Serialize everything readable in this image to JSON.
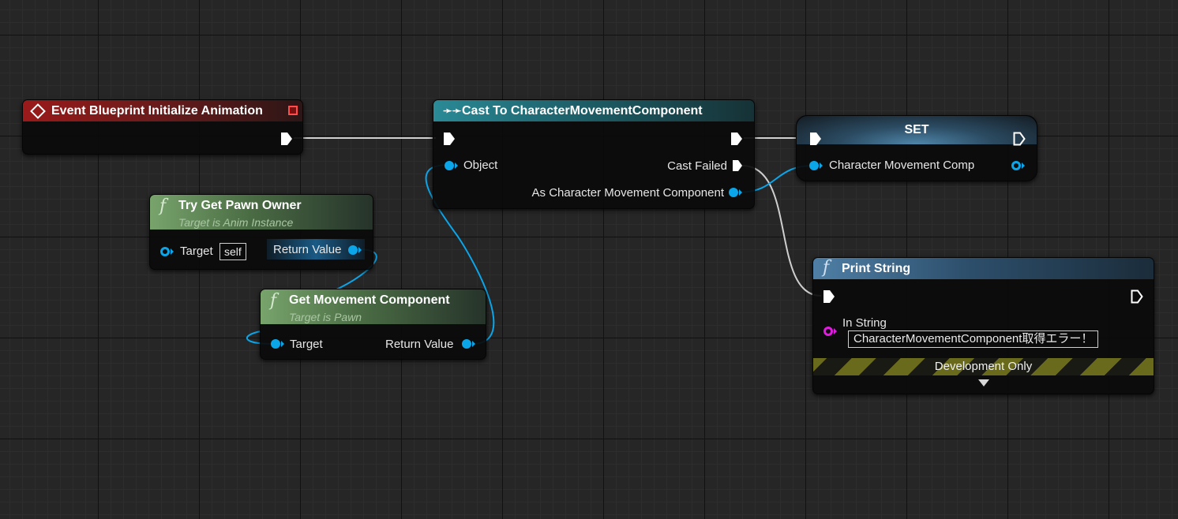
{
  "nodes": {
    "event_init": {
      "title": "Event Blueprint Initialize Animation",
      "color": "#9a1a1a"
    },
    "cast": {
      "title": "Cast To CharacterMovementComponent",
      "object_pin": "Object",
      "cast_failed_pin": "Cast Failed",
      "as_component_pin": "As Character Movement Component",
      "color": "#2a8a96"
    },
    "set": {
      "title": "SET",
      "var_pin": "Character Movement Comp"
    },
    "try_get_pawn": {
      "title": "Try Get Pawn Owner",
      "subtitle": "Target is Anim Instance",
      "target_pin": "Target",
      "target_default": "self",
      "return_pin": "Return Value",
      "color": "#78a46c"
    },
    "get_movement": {
      "title": "Get Movement Component",
      "subtitle": "Target is Pawn",
      "target_pin": "Target",
      "return_pin": "Return Value",
      "color": "#78a46c"
    },
    "print_string": {
      "title": "Print String",
      "in_string_pin": "In String",
      "in_string_value": "CharacterMovementComponent取得エラー！",
      "dev_label": "Development Only",
      "color": "#4f7fa6"
    }
  },
  "icons": {
    "event": "event-diamond-icon",
    "cast": "cast-arrows-icon",
    "function": "function-f-icon",
    "expand": "expand-triangle-icon"
  },
  "pin_colors": {
    "object": "#0ba6ea",
    "string": "#e11be0",
    "exec": "#ffffff",
    "wire_exec": "#d8d8d8"
  }
}
